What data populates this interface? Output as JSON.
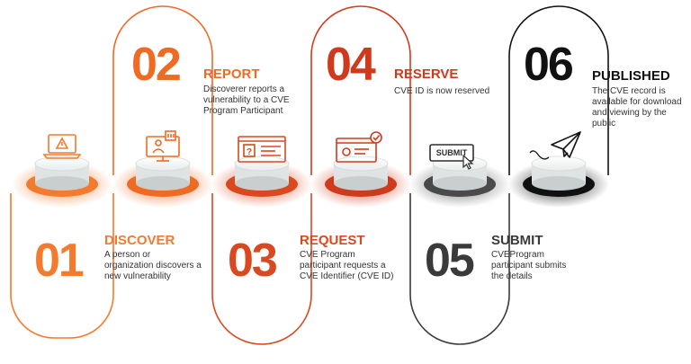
{
  "colors": {
    "s1": "#f47a2e",
    "s2": "#ef6a23",
    "s3": "#d9481f",
    "s4": "#cf3a1c",
    "s5": "#3a3a3a",
    "s6": "#111111",
    "grey": "#9a9a9a"
  },
  "steps": [
    {
      "number": "01",
      "title": "DISCOVER",
      "description": "A person or organization discovers a new vulnerability",
      "icon": "laptop-warning-icon"
    },
    {
      "number": "02",
      "title": "REPORT",
      "description": "Discoverer reports a vulnerability to a CVE Program Participant",
      "icon": "person-monitor-icon"
    },
    {
      "number": "03",
      "title": "REQUEST",
      "description": "CVE Program participant requests a CVE Identifier (CVE ID)",
      "icon": "browser-question-icon"
    },
    {
      "number": "04",
      "title": "RESERVE",
      "description": "CVE ID is now reserved",
      "icon": "id-card-check-icon"
    },
    {
      "number": "05",
      "title": "SUBMIT",
      "description": "CVEProgram participant submits the details",
      "icon": "submit-button-cursor-icon",
      "button_label": "SUBMIT"
    },
    {
      "number": "06",
      "title": "PUBLISHED",
      "description": "The CVE record is available for download and viewing by the public",
      "icon": "paper-plane-icon"
    }
  ]
}
